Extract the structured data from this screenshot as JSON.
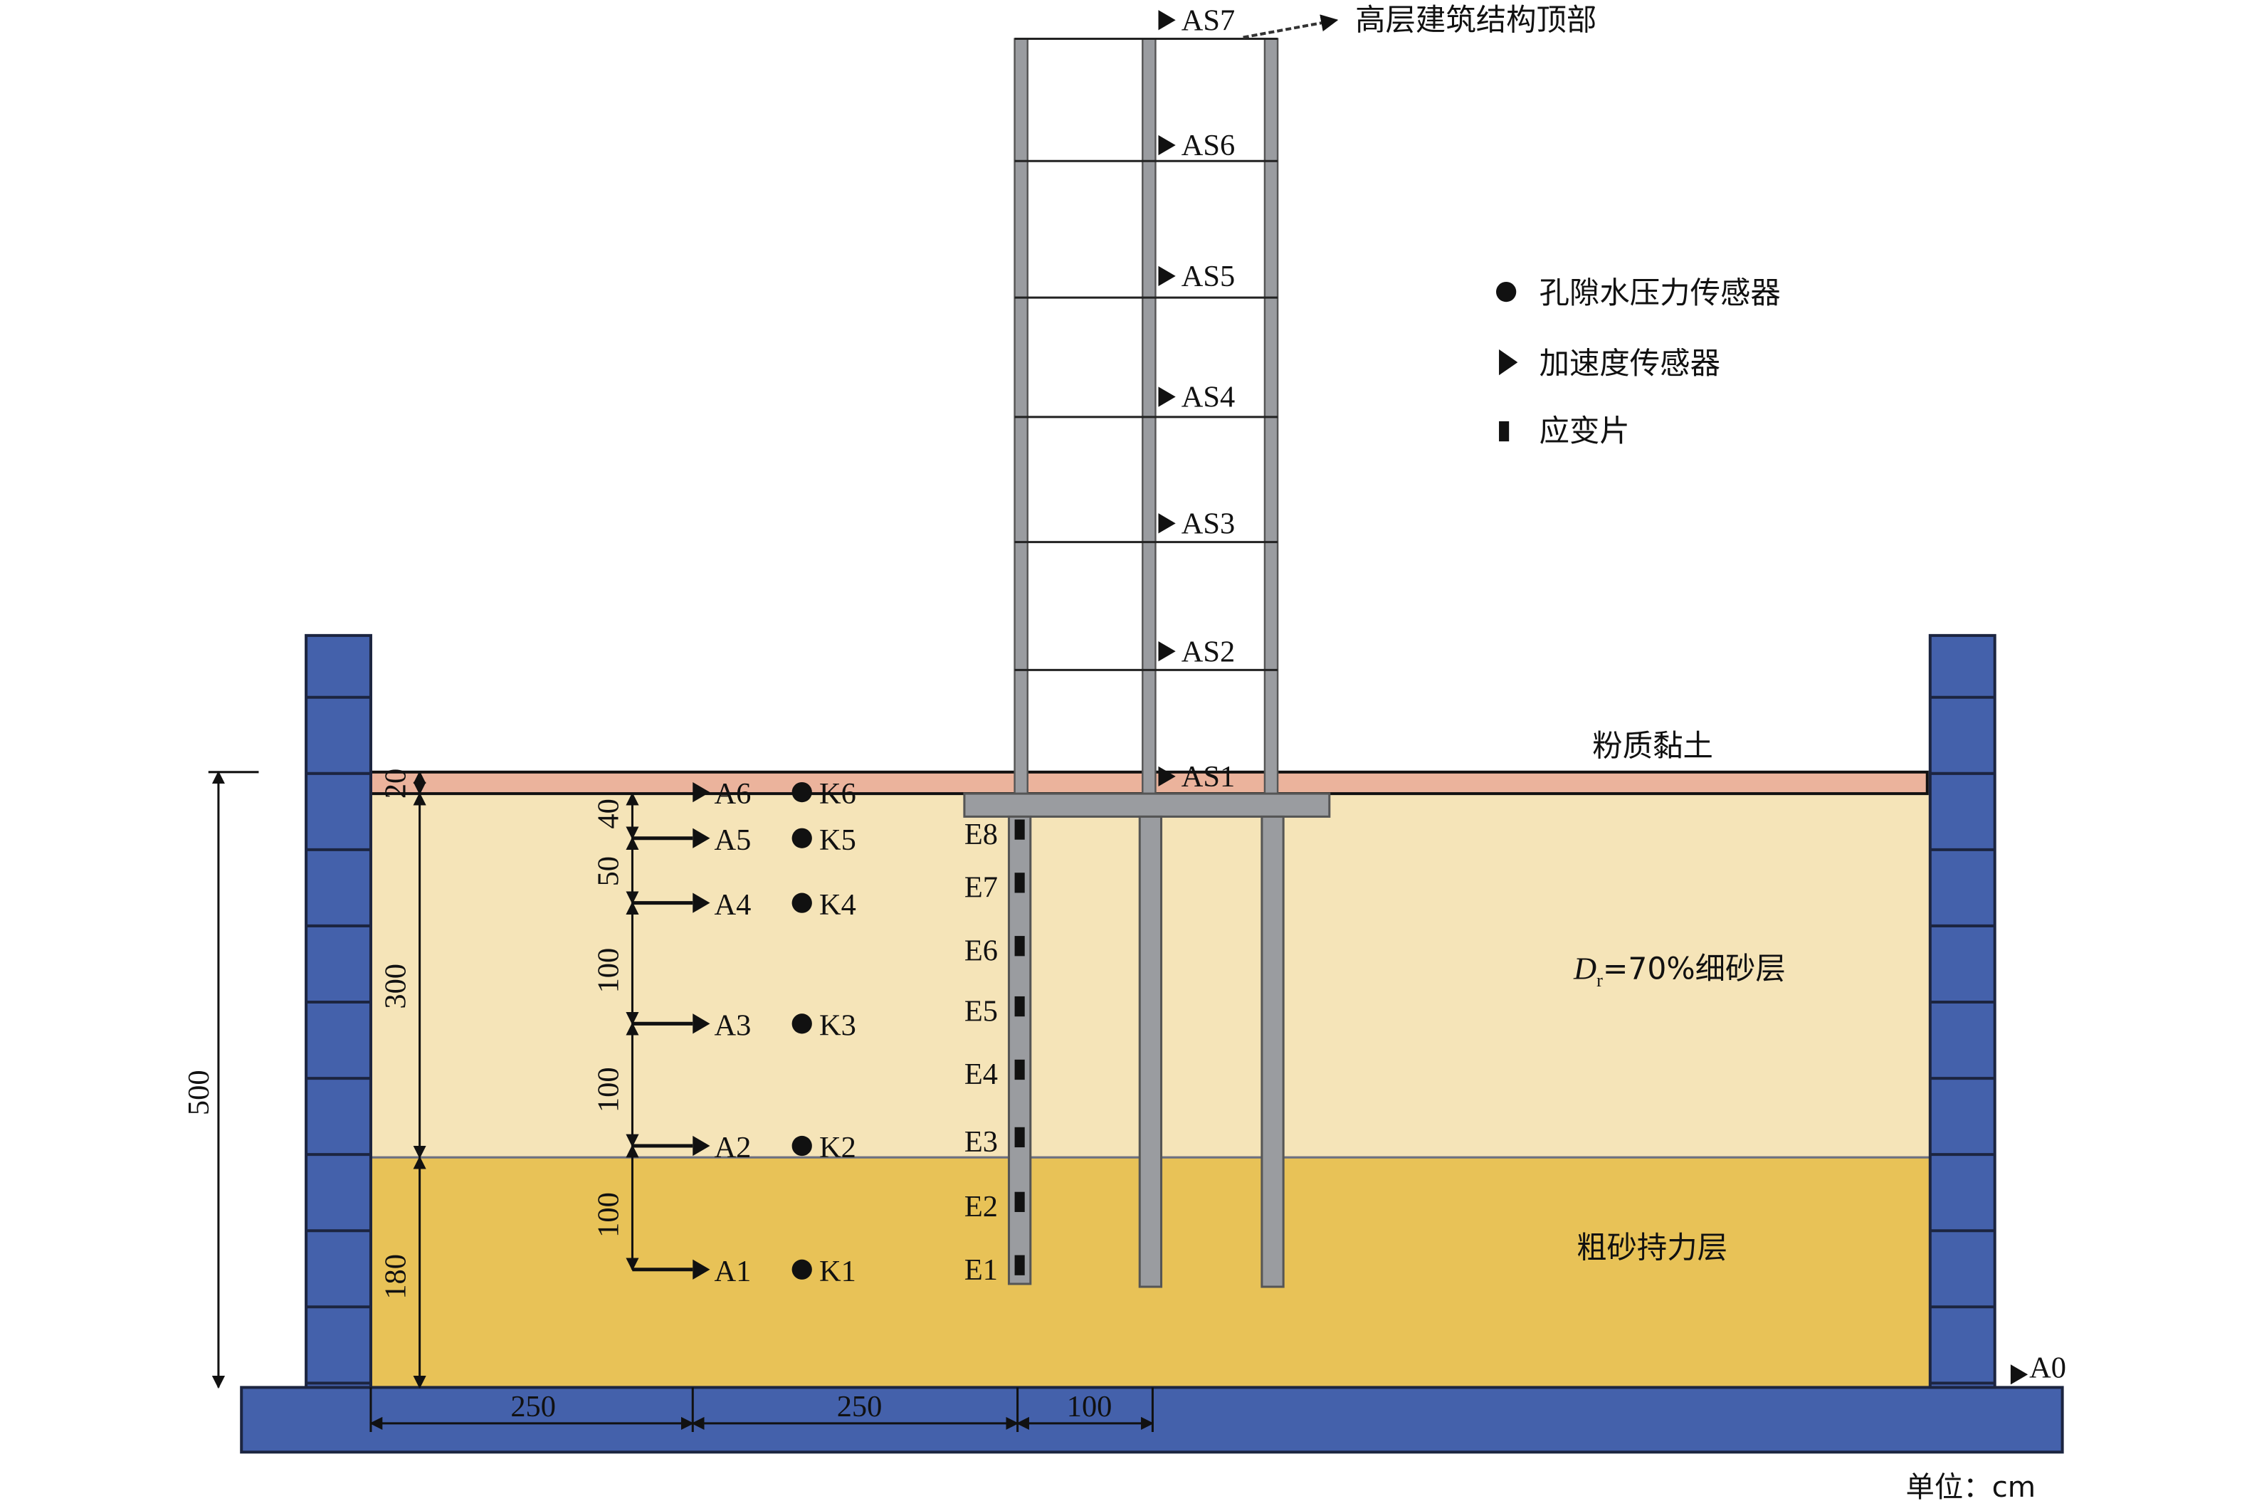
{
  "top_label": "高层建筑结构顶部",
  "layers": {
    "clay": "粉质黏土",
    "fine_sand_prefix": "D",
    "fine_sand_sub": "r",
    "fine_sand_suffix": "=70%细砂层",
    "coarse_sand": "粗砂持力层"
  },
  "legend": [
    {
      "icon": "circle",
      "label": "孔隙水压力传感器"
    },
    {
      "icon": "triangle",
      "label": "加速度传感器"
    },
    {
      "icon": "rectangle",
      "label": "应变片"
    }
  ],
  "structure_sensors": [
    "AS7",
    "AS6",
    "AS5",
    "AS4",
    "AS3",
    "AS2",
    "AS1"
  ],
  "soil_accelerometers": [
    "A6",
    "A5",
    "A4",
    "A3",
    "A2",
    "A1"
  ],
  "pore_pressure_sensors": [
    "K6",
    "K5",
    "K4",
    "K3",
    "K2",
    "K1"
  ],
  "strain_gauges": [
    "E8",
    "E7",
    "E6",
    "E5",
    "E4",
    "E3",
    "E2",
    "E1"
  ],
  "base_accelerometer": "A0",
  "dimensions": {
    "total_height": "500",
    "clay": "20",
    "fine_sand": "300",
    "coarse_sand": "180",
    "spacing": [
      "40",
      "50",
      "100",
      "100",
      "100"
    ],
    "horizontal": [
      "250",
      "250",
      "100"
    ]
  },
  "unit": "单位：cm",
  "colors": {
    "wall": "#4461ab",
    "clay": "#ebb39c",
    "fine_sand": "#f5e4b8",
    "coarse_sand": "#e8c257",
    "steel": "#9a9ca0"
  }
}
